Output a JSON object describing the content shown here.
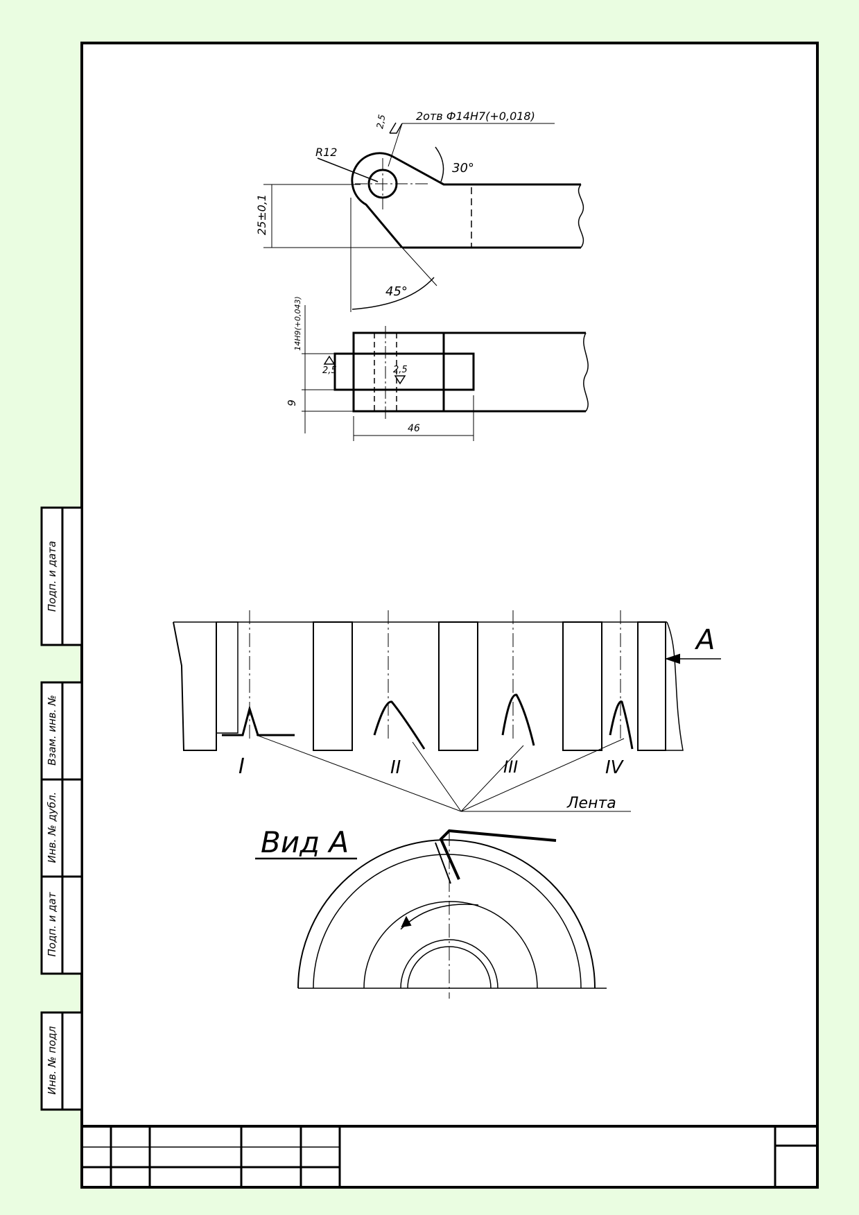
{
  "side_stamp": {
    "podp_i_data_top": "Подп. и дата",
    "vzam_inv": "Взам. инв. №",
    "inv_dubl": "Инв. № дубл.",
    "podp_i_data_bottom": "Подп. и дат",
    "inv_podl": "Инв. № подл"
  },
  "detail_drawing": {
    "holes_spec": "2отв Ф14Н7(+0,018)",
    "radius": "R12",
    "roughness_top": "2,5",
    "angle_30": "30°",
    "dim_25": "25±0,1",
    "angle_45": "45°",
    "dim_14": "14Н9(+0,043)",
    "roughness_left": "2,5",
    "roughness_mid": "2,5",
    "dim_9": "9",
    "dim_46": "46"
  },
  "assembly_drawing": {
    "view_arrow_label": "A",
    "step_labels": [
      "I",
      "II",
      "III",
      "IV"
    ],
    "tape_label": "Лента",
    "view_title": "Вид А"
  },
  "colors": {
    "background": "#eafde1",
    "sheet": "#ffffff",
    "ink": "#000000"
  }
}
